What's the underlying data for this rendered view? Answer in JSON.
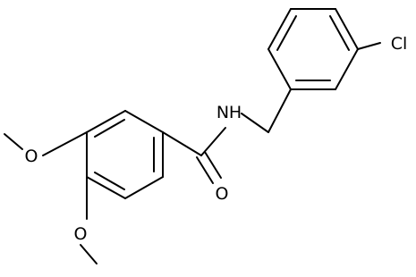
{
  "structure": {
    "atom_labels": {
      "nitrogen": "N",
      "hydrogen": "H",
      "chlorine": "Cl",
      "carbonyl_oxygen": "O",
      "methoxy_oxygen_1": "O",
      "methoxy_oxygen_2": "O"
    }
  }
}
